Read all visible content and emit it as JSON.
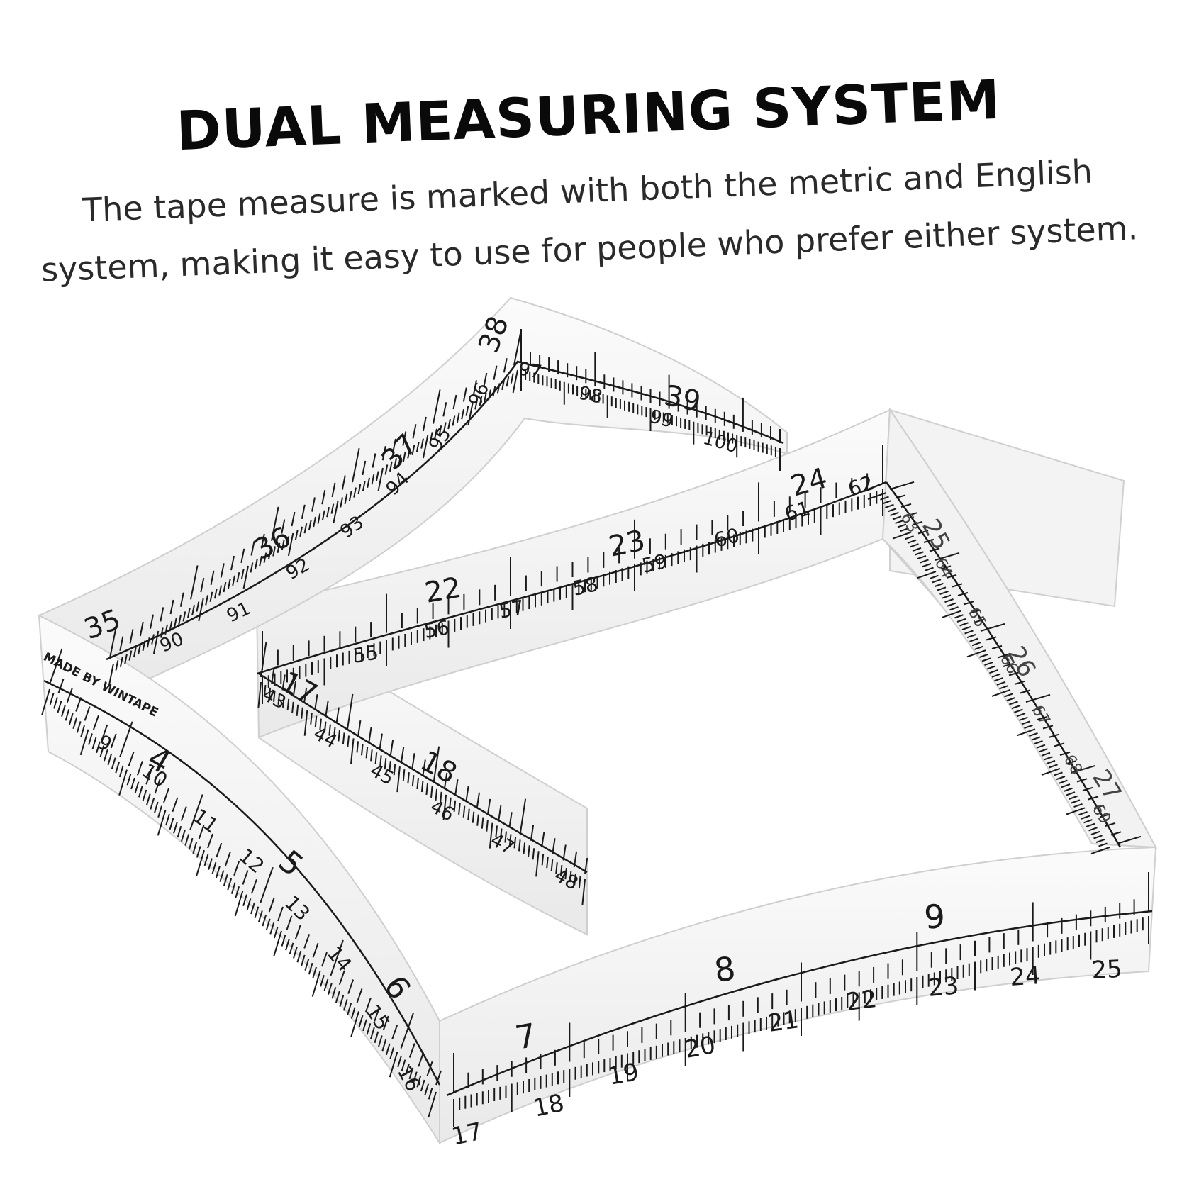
{
  "headline": "DUAL MEASURING SYSTEM",
  "description_line1": "The tape measure is marked with both the metric and English",
  "description_line2": "system, making it easy to use for people who prefer either system.",
  "tape": {
    "maker_text": "MADE BY WINTAPE",
    "bottom_inches": [
      "7",
      "8",
      "9"
    ],
    "bottom_cm": [
      "17",
      "18",
      "19",
      "20",
      "21",
      "22",
      "23",
      "24",
      "25"
    ],
    "left_inches": [
      "4",
      "5",
      "6"
    ],
    "left_cm": [
      "9",
      "10",
      "11",
      "12",
      "13",
      "14",
      "15",
      "16"
    ],
    "top_inches": [
      "35",
      "36",
      "37",
      "38",
      "39"
    ],
    "top_cm": [
      "90",
      "91",
      "92",
      "93",
      "94",
      "95",
      "96",
      "97",
      "98",
      "99",
      "100"
    ],
    "middle_inches": [
      "22",
      "23",
      "24"
    ],
    "middle_cm": [
      "55",
      "56",
      "57",
      "58",
      "59",
      "60",
      "61",
      "62"
    ],
    "inner_inches": [
      "17",
      "18"
    ],
    "inner_cm": [
      "43",
      "44",
      "45",
      "46",
      "47",
      "48"
    ],
    "right_inches": [
      "25",
      "26",
      "27"
    ],
    "right_cm": [
      "63",
      "64",
      "65",
      "66",
      "67",
      "68",
      "69"
    ]
  },
  "colors": {
    "tape": "#f4f4f4",
    "tape_edge": "#d6d6d6",
    "ink": "#1a1a1a",
    "headline": "#0a0a0a",
    "body_text": "#2a2a2a"
  }
}
